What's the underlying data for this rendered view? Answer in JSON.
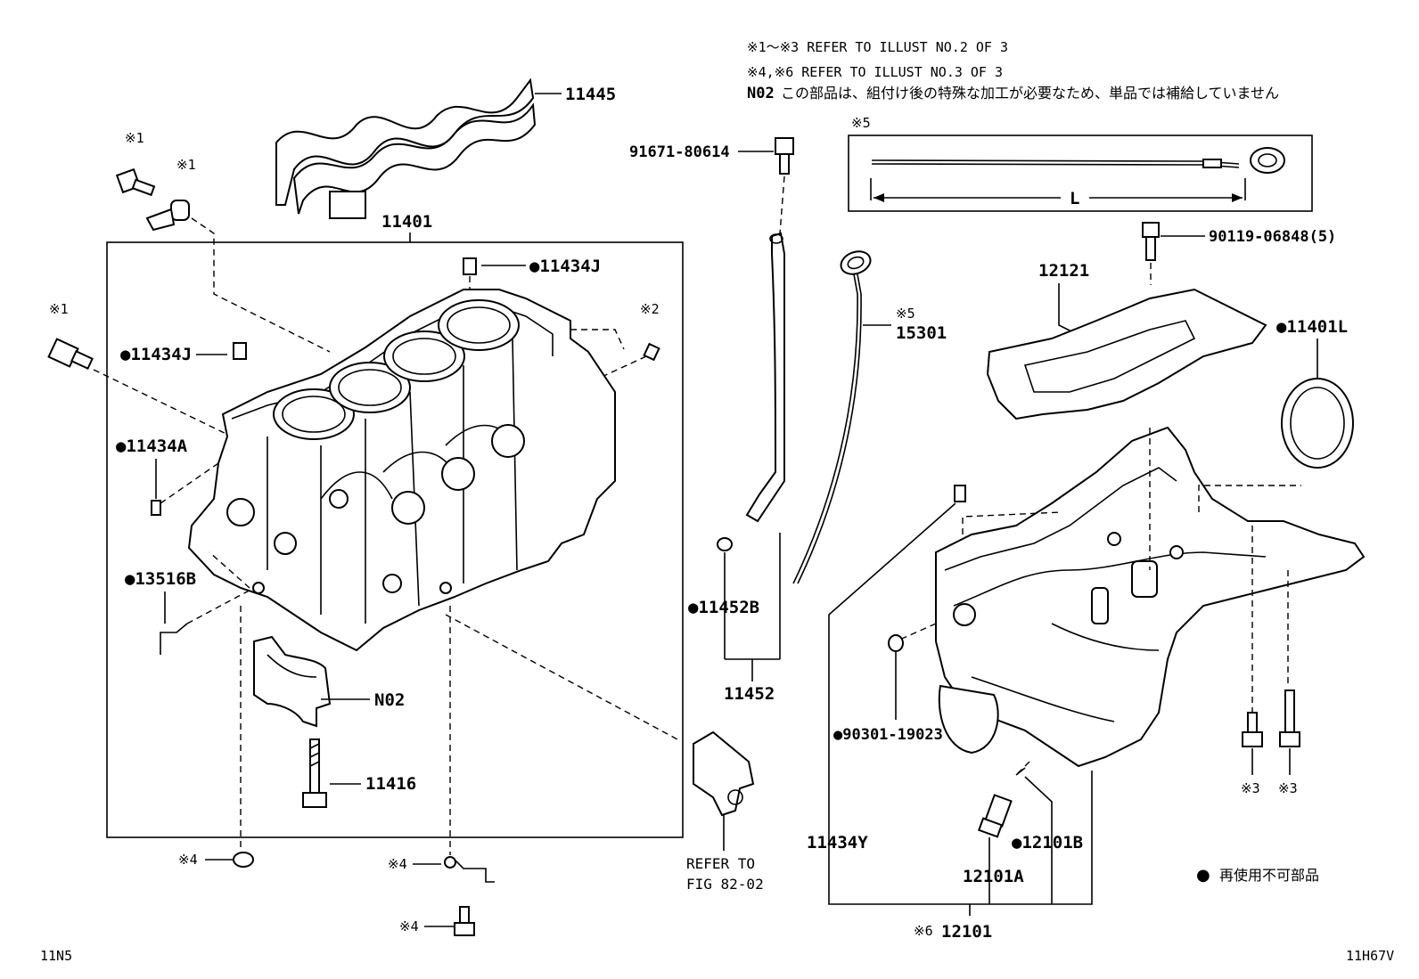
{
  "notes": {
    "line1": "※1～※3 REFER TO ILLUST NO.2 OF 3",
    "line2": "※4,※6 REFER TO ILLUST NO.3 OF 3",
    "line3_code": "N02",
    "line3_text": "この部品は、組付け後の特殊な加工が必要なため、単品では補給していません"
  },
  "legend": {
    "bullet": "●",
    "text": "再使用不可部品"
  },
  "corner_left": "11N5",
  "corner_right": "11H67V",
  "refs": {
    "r1": "※1",
    "r2": "※2",
    "r3": "※3",
    "r4": "※4",
    "r5": "※5",
    "r6": "※6"
  },
  "dim_label": "L",
  "parts": {
    "p11445": "11445",
    "p11401": "11401",
    "p11434J_a": "●11434J",
    "p11434J_b": "●11434J",
    "p11434A": "●11434A",
    "p13516B": "●13516B",
    "pN02": "N02",
    "p11416": "11416",
    "p91671": "91671-80614",
    "p11452B": "●11452B",
    "p11452": "11452",
    "refer_to": "REFER TO",
    "refer_fig": "FIG 82-02",
    "p15301": "15301",
    "p12121": "12121",
    "p90119": "90119-06848(5)",
    "p11401L": "●11401L",
    "p90301": "●90301-19023",
    "p11434Y": "11434Y",
    "p12101B": "●12101B",
    "p12101A": "12101A",
    "p12101": "12101"
  }
}
